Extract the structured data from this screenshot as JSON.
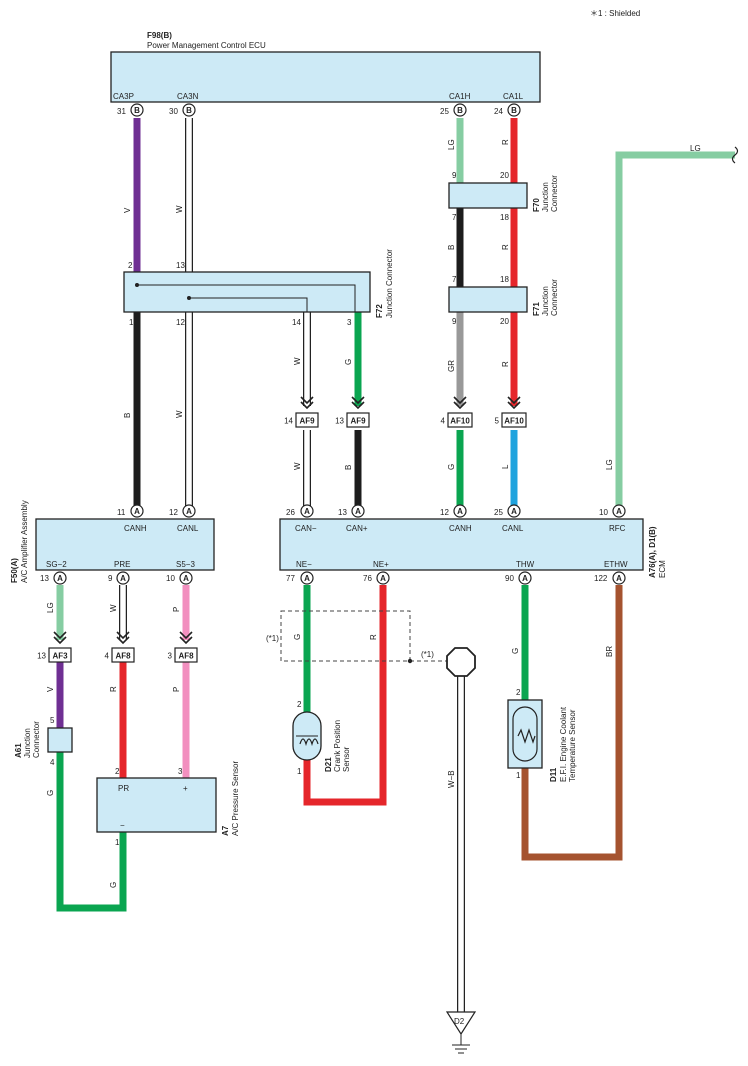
{
  "note": "＊1 : Shielded",
  "shield_label": "(*1)",
  "colors": {
    "V": "#6f2f93",
    "W": "#ffffff",
    "LG": "#86cda2",
    "R": "#e5262b",
    "B": "#1d1d1d",
    "G": "#0aa550",
    "GR": "#999999",
    "L": "#1fa3de",
    "P": "#f28fbf",
    "BR": "#a5532f",
    "WB": "#ffffff",
    "box_fill": "#cdeaf6"
  },
  "ecu_pmc": {
    "code": "F98(B)",
    "name": "Power Management Control ECU",
    "terminals": [
      "CA3P",
      "CA3N",
      "CA1H",
      "CA1L"
    ],
    "pins": [
      "31",
      "30",
      "25",
      "24"
    ],
    "pin_letter": "B"
  },
  "jc_f72": {
    "code": "F72",
    "name": "Junction Connector",
    "pins_top": [
      "2",
      "13"
    ],
    "pins_bottom": [
      "1",
      "12",
      "14",
      "3"
    ]
  },
  "jc_f70": {
    "code": "F70",
    "name1": "Junction",
    "name2": "Connector",
    "pins_top": [
      "9",
      "20"
    ],
    "pins_bottom": [
      "7",
      "18"
    ]
  },
  "jc_f71": {
    "code": "F71",
    "name1": "Junction",
    "name2": "Connector",
    "pins_top": [
      "7",
      "18"
    ],
    "pins_bottom": [
      "9",
      "20"
    ]
  },
  "af_connectors": {
    "af9a": {
      "label": "AF9",
      "pin": "14"
    },
    "af9b": {
      "label": "AF9",
      "pin": "13"
    },
    "af10a": {
      "label": "AF10",
      "pin": "4"
    },
    "af10b": {
      "label": "AF10",
      "pin": "5"
    },
    "af3": {
      "label": "AF3",
      "pin": "13"
    },
    "af8a": {
      "label": "AF8",
      "pin": "4"
    },
    "af8b": {
      "label": "AF8",
      "pin": "3"
    }
  },
  "ac_amp": {
    "code": "F50(A)",
    "name": "A/C Amplifier Assembly",
    "top_terminals": [
      "CANH",
      "CANL"
    ],
    "top_pins": [
      "11",
      "12"
    ],
    "bottom_terminals": [
      "SG−2",
      "PRE",
      "S5−3"
    ],
    "bottom_pins": [
      "13",
      "9",
      "10"
    ],
    "pin_letter": "A"
  },
  "ecm": {
    "code": "A76(A), D1(B)",
    "name": "ECM",
    "top_terminals": [
      "CAN−",
      "CAN+",
      "CANH",
      "CANL",
      "RFC"
    ],
    "top_pins": [
      "26",
      "13",
      "12",
      "25",
      "10"
    ],
    "bottom_terminals": [
      "NE−",
      "NE+",
      "THW",
      "ETHW"
    ],
    "bottom_pins": [
      "77",
      "76",
      "90",
      "122"
    ],
    "pin_letter": "A"
  },
  "jc_a61": {
    "code": "A61",
    "name1": "Junction",
    "name2": "Connector",
    "pin_top": "5",
    "pin_bottom": "4"
  },
  "ac_sensor": {
    "code": "A7",
    "name": "A/C Pressure Sensor",
    "terminals": [
      "PR",
      "+",
      "−"
    ],
    "pins": [
      "2",
      "3",
      "1"
    ]
  },
  "crank": {
    "code": "D21",
    "name1": "Crank Position",
    "name2": "Sensor",
    "pins": [
      "2",
      "1"
    ]
  },
  "coolant": {
    "code": "D11",
    "name1": "E.F.I. Engine Coolant",
    "name2": "Temperature Sensor",
    "pins": [
      "2",
      "1"
    ]
  },
  "ground": {
    "label": "D2"
  },
  "wire_labels": {
    "v1": "V",
    "w1": "W",
    "lg1": "LG",
    "r1": "R",
    "lg_far": "LG",
    "b_f70": "B",
    "r_f70": "R",
    "b_f72": "B",
    "w_f72": "W",
    "w14": "W",
    "g3": "G",
    "gr": "GR",
    "r_f71": "R",
    "w_af9": "W",
    "b_af9": "B",
    "g_af10": "G",
    "l_af10": "L",
    "lg_rfc": "LG",
    "lg_sg2": "LG",
    "w_pre": "W",
    "p_s53": "P",
    "v_af3": "V",
    "r_af8": "R",
    "p_af8": "P",
    "g_a61": "G",
    "g_a7": "G",
    "g_ne": "G",
    "r_ne": "R",
    "wb": "W−B",
    "g_thw": "G",
    "br": "BR"
  }
}
